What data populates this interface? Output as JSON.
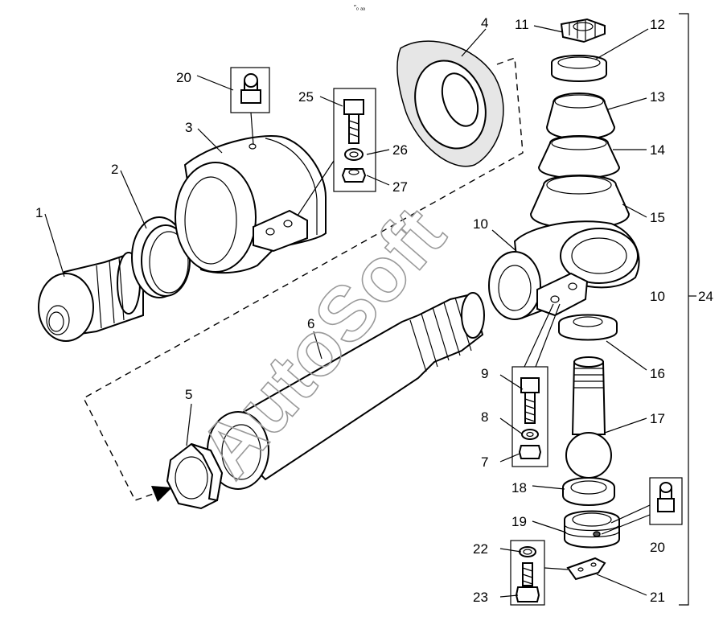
{
  "watermark": "AutoSoft",
  "top_mark": "″ₒ ₐₐ",
  "labels": {
    "p1": "1",
    "p2": "2",
    "p3": "3",
    "p4": "4",
    "p5": "5",
    "p6": "6",
    "p7": "7",
    "p8": "8",
    "p9": "9",
    "p10a": "10",
    "p10b": "10",
    "p11": "11",
    "p12": "12",
    "p13": "13",
    "p14": "14",
    "p15": "15",
    "p16": "16",
    "p17": "17",
    "p18": "18",
    "p19": "19",
    "p20a": "20",
    "p20b": "20",
    "p21": "21",
    "p22": "22",
    "p23": "23",
    "p24": "24",
    "p25": "25",
    "p26": "26",
    "p27": "27"
  },
  "icons": [
    "arrow-head-icon"
  ]
}
